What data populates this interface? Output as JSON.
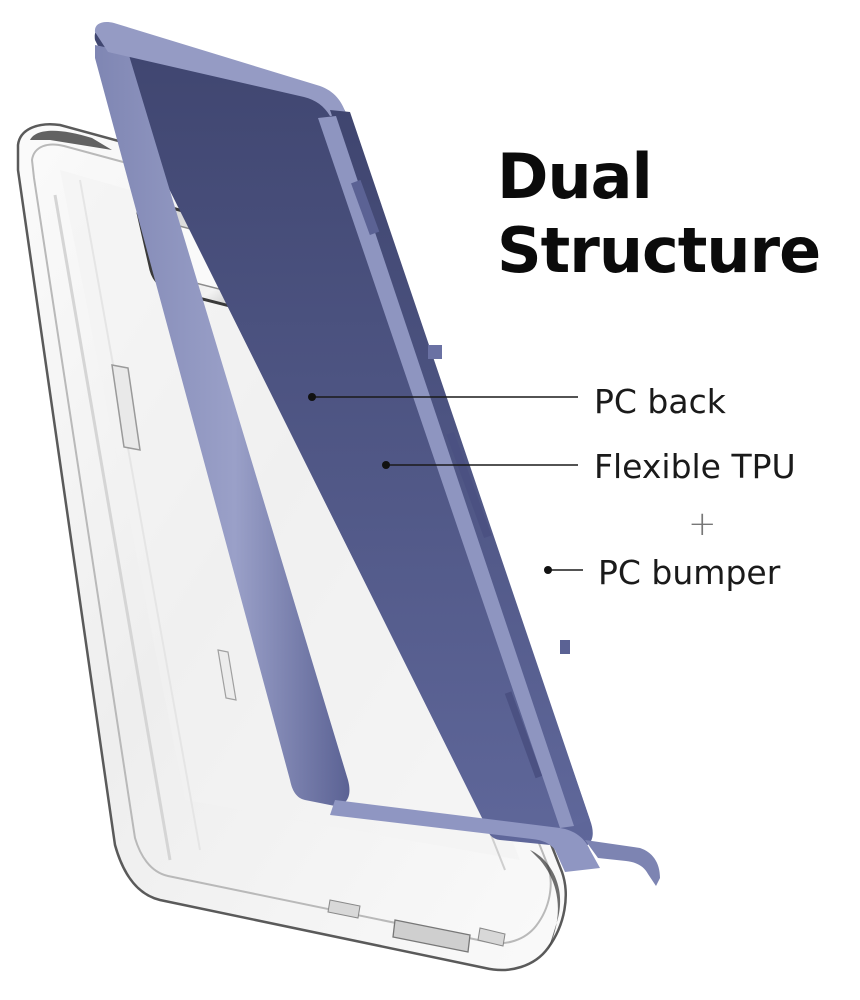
{
  "headline": {
    "line1": "Dual",
    "line2": "Structure"
  },
  "callouts": {
    "pc_back": "PC back",
    "flexible_tpu": "Flexible TPU",
    "plus": "+",
    "pc_bumper": "PC bumper"
  },
  "colors": {
    "bumper": "#8a91bd",
    "bumper_shadow": "#4b5182",
    "text": "#0b0b0b"
  }
}
